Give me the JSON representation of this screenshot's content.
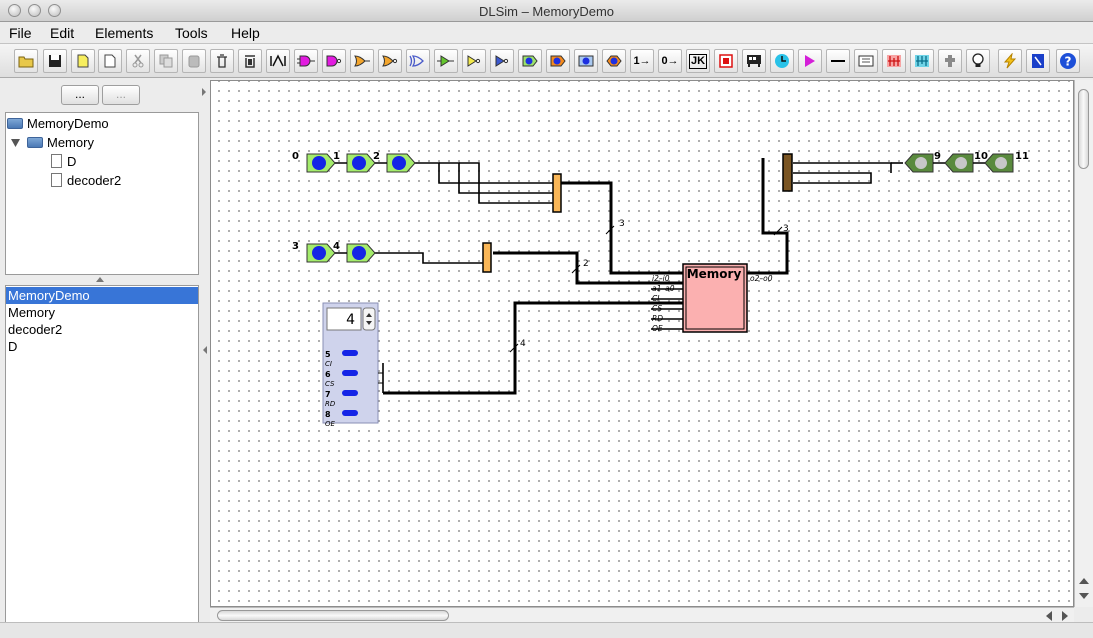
{
  "window": {
    "title": "DLSim – MemoryDemo"
  },
  "menubar": {
    "items": [
      "File",
      "Edit",
      "Elements",
      "Tools",
      "Help"
    ]
  },
  "toolbar": {
    "jk_label": "JK",
    "const_one_label": "1→",
    "const_zero_label": "0→",
    "help_label": "?",
    "icons": [
      "open-icon",
      "save-icon",
      "new-circuit-icon",
      "new-file-icon",
      "cut-icon",
      "copy-icon",
      "paste-icon",
      "delete-icon",
      "clear-icon",
      "label-icon",
      "and-gate-icon",
      "nand-gate-icon",
      "or-gate-icon",
      "nor-gate-icon",
      "xor-gate-icon",
      "buffer-icon",
      "inverter-icon",
      "tri-state-icon",
      "input-icon",
      "input-output-icon",
      "output-icon",
      "bidirectional-icon",
      "constant-one-icon",
      "constant-zero-icon",
      "jk-flipflop-icon",
      "register-icon",
      "bus-icon",
      "clock-icon",
      "probe-icon",
      "wire-icon",
      "memory-icon",
      "splitter-icon",
      "merger-icon",
      "plugin-icon",
      "bulb-icon",
      "simulate-icon",
      "book-icon",
      "help-icon"
    ]
  },
  "sidebar": {
    "buttons": [
      "...",
      "..."
    ],
    "tree": [
      {
        "label": "MemoryDemo",
        "icon": "folder-icon"
      },
      {
        "label": "Memory",
        "icon": "folder-icon",
        "expanded": true
      },
      {
        "label": "D",
        "icon": "document-icon"
      },
      {
        "label": "decoder2",
        "icon": "document-icon"
      }
    ],
    "list": [
      {
        "label": "MemoryDemo",
        "selected": true
      },
      {
        "label": "Memory"
      },
      {
        "label": "decoder2"
      },
      {
        "label": "D"
      }
    ]
  },
  "circuit": {
    "input_labels": [
      "0",
      "1",
      "2",
      "3",
      "4"
    ],
    "output_labels": [
      "9",
      "10",
      "11"
    ],
    "bus_widths": [
      "3",
      "2",
      "4",
      "3"
    ],
    "memory": {
      "title": "Memory",
      "pins_in": [
        "i2–i0",
        "a1–a0",
        "CI",
        "CS",
        "RD",
        "OE"
      ],
      "pin_out": "o2–o0"
    },
    "stepper": {
      "value": "4",
      "rows": [
        {
          "num": "5",
          "label": "CI"
        },
        {
          "num": "6",
          "label": "CS"
        },
        {
          "num": "7",
          "label": "RD"
        },
        {
          "num": "8",
          "label": "OE"
        }
      ]
    }
  }
}
